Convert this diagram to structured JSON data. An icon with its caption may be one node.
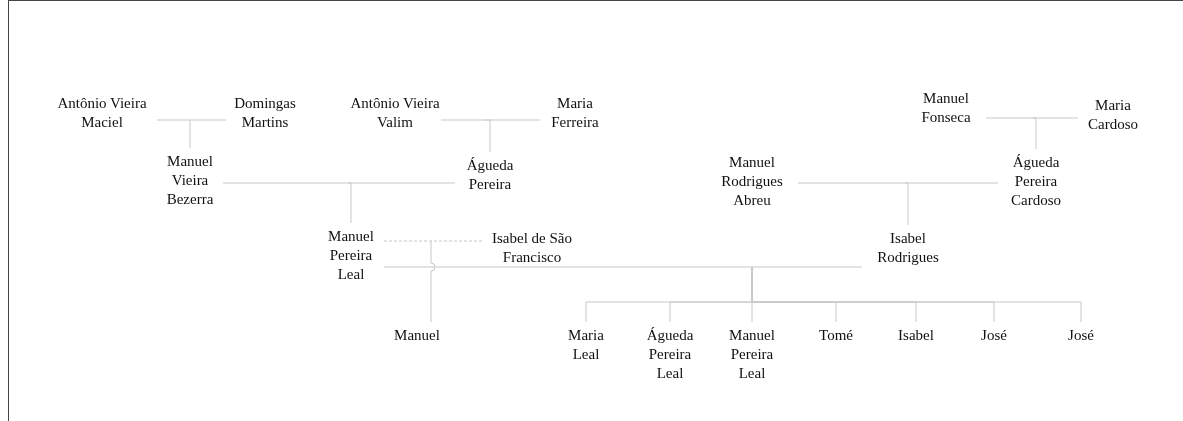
{
  "diagram": {
    "nodes": [
      {
        "text": [
          "Antônio Vieira Maciel"
        ]
      },
      {
        "text": [
          "Domingas Martins"
        ]
      },
      {
        "text": [
          "Antônio Vieira Valim"
        ]
      },
      {
        "text": [
          "Maria Ferreira"
        ]
      },
      {
        "text": [
          "Manuel Fonseca"
        ]
      },
      {
        "text": [
          "Maria Cardoso"
        ]
      },
      {
        "text": [
          "Manuel Vieira Bezerra"
        ]
      },
      {
        "text": [
          "Águeda Pereira"
        ]
      },
      {
        "text": [
          "Manuel Rodrigues Abreu"
        ]
      },
      {
        "text": [
          "Águeda Pereira Cardoso"
        ]
      },
      {
        "text": [
          "Manuel Pereira Leal"
        ]
      },
      {
        "text": [
          "Isabel de São Francisco"
        ]
      },
      {
        "text": [
          "Isabel Rodrigues"
        ]
      },
      {
        "text": [
          "Manuel"
        ]
      },
      {
        "text": [
          "Maria Leal"
        ]
      },
      {
        "text": [
          "Águeda Pereira Leal"
        ]
      },
      {
        "text": [
          "Manuel Pereira Leal"
        ]
      },
      {
        "text": [
          "Tomé"
        ]
      },
      {
        "text": [
          "Isabel"
        ]
      },
      {
        "text": [
          "José"
        ]
      },
      {
        "text": [
          "José"
        ]
      }
    ],
    "edges": [
      {
        "from": 0,
        "to": 1,
        "arrow": "none"
      },
      {
        "from": null,
        "to": 6,
        "arrow": "none"
      },
      {
        "from": 2,
        "to": 3,
        "arrow": "none"
      },
      {
        "from": null,
        "to": 7,
        "arrow": "none"
      },
      {
        "from": 4,
        "to": 5,
        "arrow": "none"
      },
      {
        "from": null,
        "to": 9,
        "arrow": "none"
      },
      {
        "from": 6,
        "to": 7,
        "arrow": "none"
      },
      {
        "from": null,
        "to": 10,
        "arrow": "none"
      },
      {
        "from": 8,
        "to": 9,
        "arrow": "none"
      },
      {
        "from": null,
        "to": 12,
        "arrow": "none"
      },
      {
        "from": 10,
        "to": 11,
        "arrow": "none",
        "style": "dashed"
      },
      {
        "from": null,
        "to": 13,
        "arrow": "none"
      },
      {
        "from": 10,
        "to": 12,
        "arrow": "none"
      },
      {
        "from": null,
        "to": 14,
        "arrow": "none"
      },
      {
        "from": null,
        "to": 15,
        "arrow": "none"
      },
      {
        "from": null,
        "to": 16,
        "arrow": "none"
      },
      {
        "from": null,
        "to": 17,
        "arrow": "none"
      },
      {
        "from": null,
        "to": 18,
        "arrow": "none"
      },
      {
        "from": null,
        "to": 19,
        "arrow": "none"
      },
      {
        "from": null,
        "to": 20,
        "arrow": "none"
      }
    ]
  }
}
